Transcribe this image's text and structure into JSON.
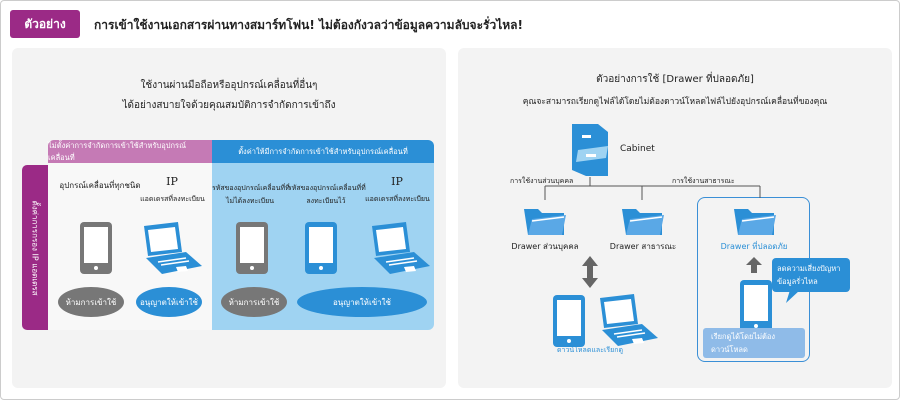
{
  "header": {
    "badge": "ตัวอย่าง",
    "title": "การเข้าใช้งานเอกสารผ่านทางสมาร์ทโฟน! ไม่ต้องกังวลว่าข้อมูลความลับจะรั่วไหล!"
  },
  "left": {
    "heading1": "ใช้งานผ่านมือถือหรืออุปกรณ์เคลื่อนที่อื่นๆ",
    "heading2": "ได้อย่างสบายใจด้วยคุณสมบัติการจำกัดการเข้าถึง",
    "col_no_limit": "ไม่ตั้งค่าการจำกัดการเข้าใช้สำหรับอุปกรณ์เคลื่อนที่",
    "col_limit": "ตั้งค่าให้มีการจำกัดการเข้าใช้สำหรับอุปกรณ์เคลื่อนที่",
    "row_label": "ตั้งค่าการกรอง IP แอดเดรส",
    "cells": [
      {
        "line1": "อุปกรณ์เคลื่อนที่ทุกชนิด",
        "line2": ""
      },
      {
        "line1": "IP",
        "line2": "แอดเดรสที่ลงทะเบียน"
      },
      {
        "line1": "รหัสของอุปกรณ์เคลื่อนที่ที่",
        "line2": "ไม่ได้ลงทะเบียน"
      },
      {
        "line1": "รหัสของอุปกรณ์เคลื่อนที่ที่",
        "line2": "ลงทะเบียนไว้"
      },
      {
        "line1": "IP",
        "line2": "แอดเดรสที่ลงทะเบียน"
      }
    ],
    "deny": "ห้ามการเข้าใช้",
    "allow": "อนุญาตให้เข้าใช้"
  },
  "right": {
    "heading1": "ตัวอย่างการใช้ [Drawer ที่ปลอดภัย]",
    "heading2": "คุณจะสามารถเรียกดูไฟล์ได้โดยไม่ต้องดาวน์โหลดไฟล์ไปยังอุปกรณ์เคลื่อนที่ของคุณ",
    "cabinet": "Cabinet",
    "personal_use": "การใช้งานส่วนบุคคล",
    "public_use": "การใช้งานสาธารณะ",
    "drawer_personal": "Drawer ส่วนบุคคล",
    "drawer_public": "Drawer สาธารณะ",
    "drawer_secure": "Drawer ที่ปลอดภัย",
    "download_view": "ดาวน์โหลดและเรียกดู",
    "callout": "ลดความเสี่ยงปัญหาข้อมูลรั่วไหล",
    "view_no_download": "เรียกดูได้โดยไม่ต้องดาวน์โหลด"
  },
  "colors": {
    "purple": "#9b2a86",
    "pink": "#c57ab5",
    "blue": "#2b8fd6",
    "lightblue": "#9fd3f2",
    "gray": "#777777"
  }
}
